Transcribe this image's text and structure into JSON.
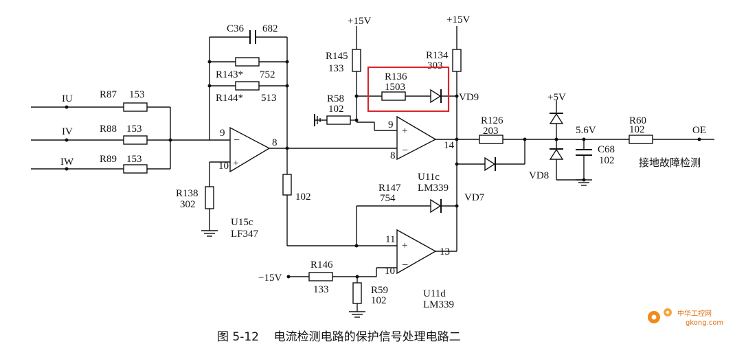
{
  "inputs": [
    "IU",
    "IV",
    "IW"
  ],
  "resistors": {
    "r87": {
      "ref": "R87",
      "val": "153"
    },
    "r88": {
      "ref": "R88",
      "val": "153"
    },
    "r89": {
      "ref": "R89",
      "val": "153"
    },
    "r138": {
      "ref": "R138",
      "val": "302"
    },
    "r143": {
      "ref": "R143*",
      "val": "752"
    },
    "r144": {
      "ref": "R144*",
      "val": "513"
    },
    "r145": {
      "ref": "R145",
      "val": "133"
    },
    "r134": {
      "ref": "R134",
      "val": "303"
    },
    "r136": {
      "ref": "R136",
      "val": "1503"
    },
    "r58": {
      "ref": "R58",
      "val": "102"
    },
    "r102": {
      "val": "102"
    },
    "r147": {
      "ref": "R147",
      "val": "754"
    },
    "r146": {
      "ref": "R146",
      "val": "133"
    },
    "r59": {
      "ref": "R59",
      "val": "102"
    },
    "r126": {
      "ref": "R126",
      "val": "203"
    },
    "r60": {
      "ref": "R60",
      "val": "102"
    }
  },
  "capacitors": {
    "c36": {
      "ref": "C36",
      "val": "682"
    },
    "c68": {
      "ref": "C68",
      "val": "102"
    }
  },
  "diodes": [
    "VD9",
    "VD7",
    "VD8"
  ],
  "supplies": {
    "pos1": "+15V",
    "pos2": "+15V",
    "pos5": "+5V",
    "neg": "−15V"
  },
  "opamps": {
    "u15c": {
      "ref": "U15c",
      "part": "LF347",
      "pins": [
        "9",
        "10",
        "8"
      ]
    },
    "u11c": {
      "ref": "U11c",
      "part": "LM339",
      "pins": [
        "9",
        "8",
        "14"
      ]
    },
    "u11d": {
      "ref": "U11d",
      "part": "LM339",
      "pins": [
        "11",
        "10",
        "13"
      ]
    }
  },
  "node_voltage": "5.6V",
  "output": {
    "name": "OE",
    "desc": "接地故障检测"
  },
  "caption": "图 5-12    电流检测电路的保护信号处理电路二",
  "watermark": {
    "name": "中华工控网",
    "url": "gkong.com"
  },
  "colors": {
    "highlight": "#d9262b",
    "ink": "#111111",
    "watermark": "#e07010"
  }
}
